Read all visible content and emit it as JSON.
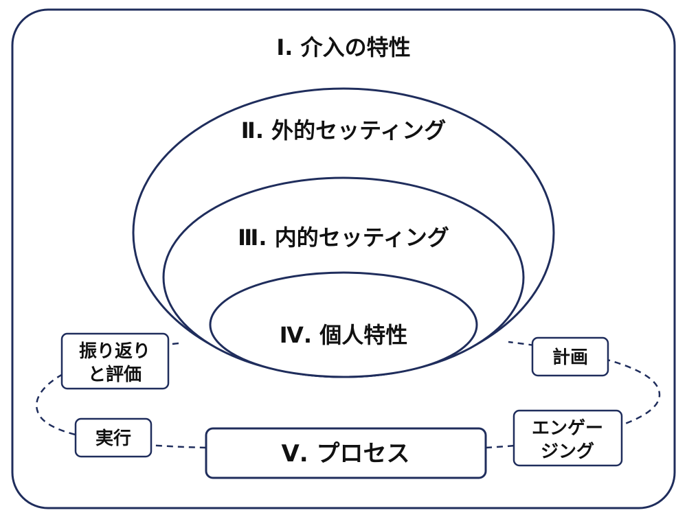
{
  "colors": {
    "stroke": "#1f2d5c",
    "text": "#111111",
    "background": "#ffffff"
  },
  "labels": {
    "level1": "Ⅰ. 介入の特性",
    "level2": "Ⅱ. 外的セッティング",
    "level3": "Ⅲ. 内的セッティング",
    "level4": "Ⅳ. 個人特性",
    "level5": "Ⅴ. プロセス"
  },
  "process_steps": {
    "reflect_line1": "振り返り",
    "reflect_line2": "と評価",
    "plan": "計画",
    "engage_line1": "エンゲー",
    "engage_line2": "ジング",
    "execute": "実行"
  }
}
